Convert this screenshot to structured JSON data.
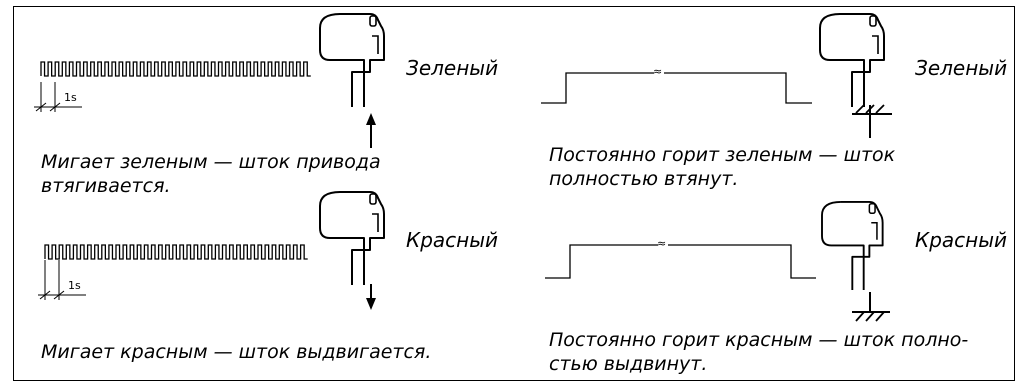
{
  "panels": {
    "green_blink": {
      "color_label": "Зеленый",
      "time_label": "1s",
      "description_line1": "Мигает зеленым — шток привода",
      "description_line2": "втягивается."
    },
    "green_steady": {
      "color_label": "Зеленый",
      "break_mark": "≈",
      "description_line1": "Постоянно горит зеленым — шток",
      "description_line2": "полностью втянут."
    },
    "red_blink": {
      "color_label": "Красный",
      "time_label": "1s",
      "description_line1": "Мигает красным — шток выдвигается."
    },
    "red_steady": {
      "color_label": "Красный",
      "break_mark": "≈",
      "description_line1": "Постоянно горит красным — шток полно-",
      "description_line2": "стью выдвинут."
    }
  },
  "icons": {
    "actuator": "actuator-icon",
    "retract_arrow": "arrow-up-icon",
    "extend_arrow": "arrow-down-icon",
    "end_stop": "ground-stop-icon"
  }
}
